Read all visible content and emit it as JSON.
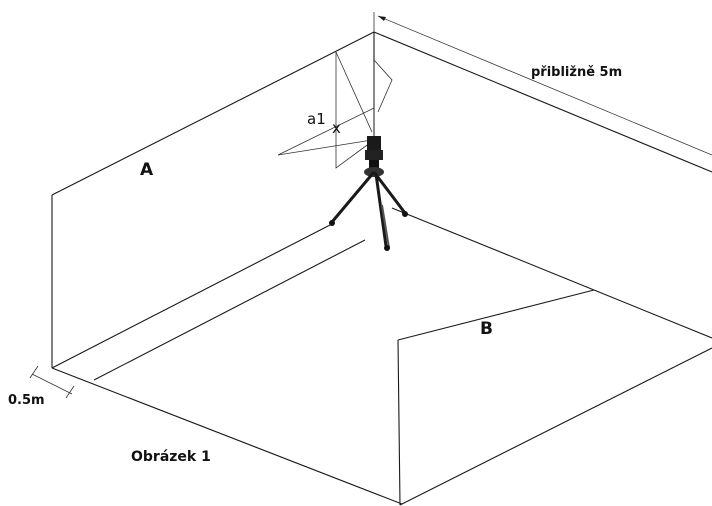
{
  "labels": {
    "wall_a": "A",
    "wall_b": "B",
    "point_a1": "a1",
    "point_mark": "x",
    "distance_top": "přibližně 5m",
    "distance_side": "0.5m",
    "caption": "Obrázek 1"
  }
}
